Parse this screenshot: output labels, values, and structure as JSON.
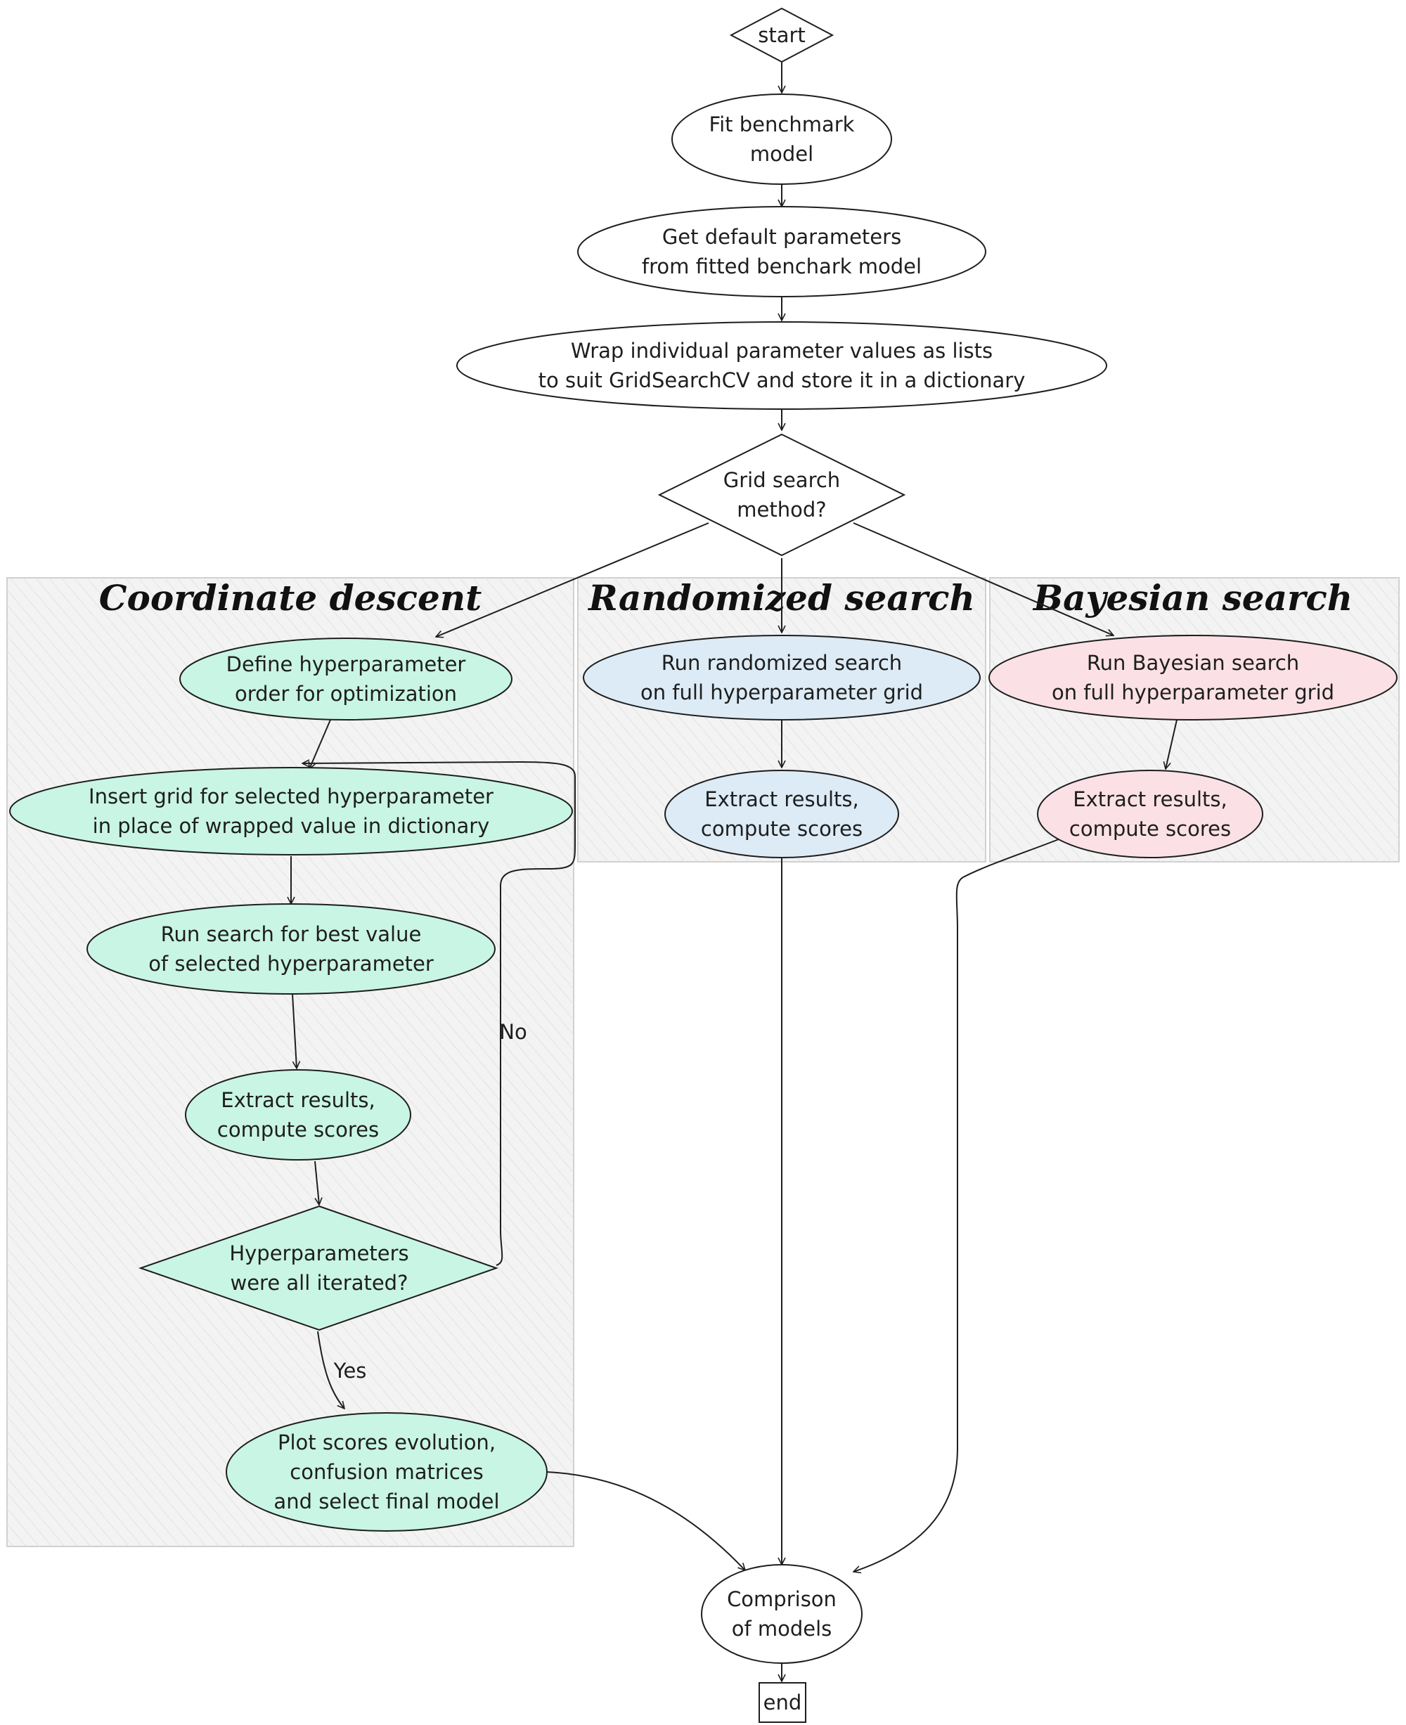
{
  "colors": {
    "background": "#ffffff",
    "stroke": "#1e1e1e",
    "lane_fill": "#f3f3f3",
    "lane_stroke": "#d0d0d0",
    "coordinate_fill": "#c9f5e4",
    "coordinate_stroke": "#6fe0b8",
    "randomized_fill": "#dcebf5",
    "randomized_stroke": "#a9cfe6",
    "bayesian_fill": "#fbe1e5",
    "bayesian_stroke": "#f1a8b4"
  },
  "lanes": {
    "coordinate": {
      "title": "Coordinate descent"
    },
    "randomized": {
      "title": "Randomized search"
    },
    "bayesian": {
      "title": "Bayesian search"
    }
  },
  "nodes": {
    "start": {
      "lines": [
        "start"
      ]
    },
    "fit": {
      "lines": [
        "Fit benchmark",
        "model"
      ]
    },
    "defaults": {
      "lines": [
        "Get default parameters",
        "from fitted benchark model"
      ]
    },
    "wrap": {
      "lines": [
        "Wrap individual parameter values as lists",
        "to suit GridSearchCV and store it in a dictionary"
      ]
    },
    "method": {
      "lines": [
        "Grid search",
        "method?"
      ]
    },
    "cd_define": {
      "lines": [
        "Define hyperparameter",
        "order for optimization"
      ]
    },
    "cd_insert": {
      "lines": [
        "Insert grid for selected hyperparameter",
        "in place of wrapped value in dictionary"
      ]
    },
    "cd_run": {
      "lines": [
        "Run search for best value",
        "of selected hyperparameter"
      ]
    },
    "cd_extract": {
      "lines": [
        "Extract results,",
        "compute scores"
      ]
    },
    "cd_check": {
      "lines": [
        "Hyperparameters",
        "were all iterated?"
      ]
    },
    "cd_plot": {
      "lines": [
        "Plot scores evolution,",
        "confusion matrices",
        "and select final model"
      ]
    },
    "rs_run": {
      "lines": [
        "Run randomized search",
        "on full hyperparameter grid"
      ]
    },
    "rs_extract": {
      "lines": [
        "Extract results,",
        "compute scores"
      ]
    },
    "bs_run": {
      "lines": [
        "Run Bayesian search",
        "on full hyperparameter grid"
      ]
    },
    "bs_extract": {
      "lines": [
        "Extract results,",
        "compute scores"
      ]
    },
    "compare": {
      "lines": [
        "Comprison",
        "of models"
      ]
    },
    "end": {
      "lines": [
        "end"
      ]
    }
  },
  "edge_labels": {
    "no": "No",
    "yes": "Yes"
  }
}
